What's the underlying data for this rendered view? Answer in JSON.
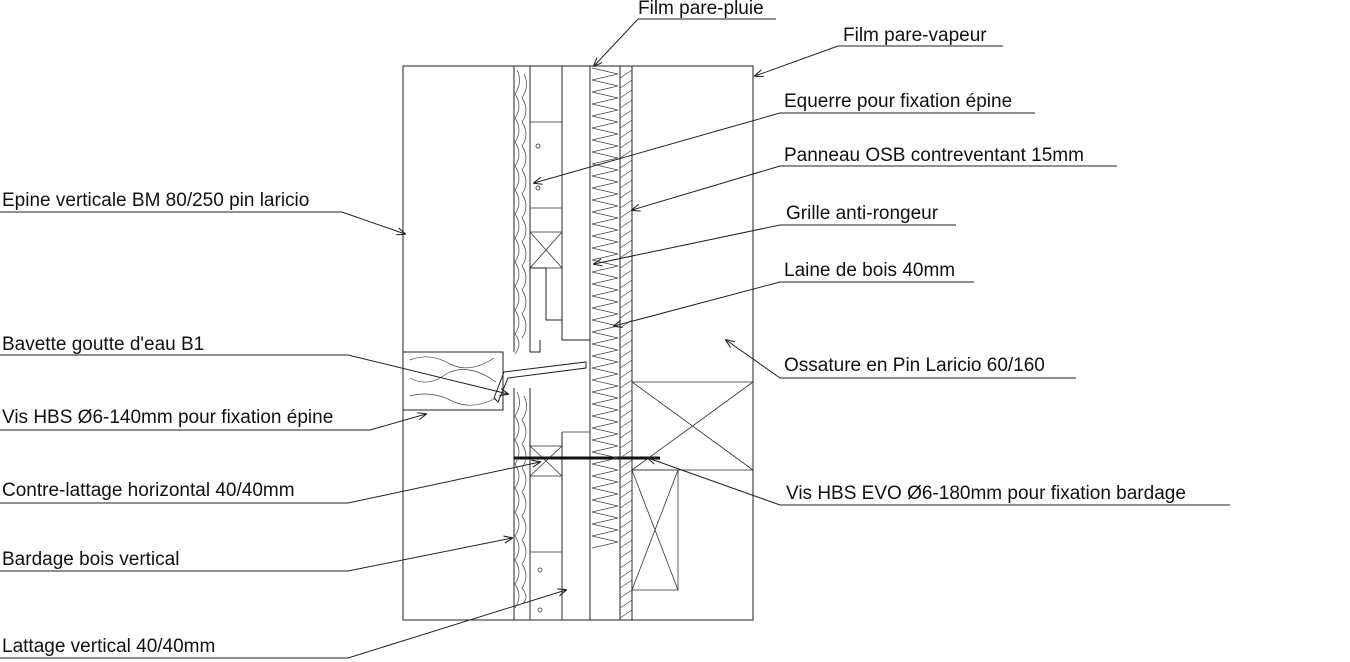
{
  "labels": {
    "film_pare_pluie": "Film pare-pluie",
    "film_pare_vapeur": "Film pare-vapeur",
    "equerre": "Equerre pour fixation épine",
    "panneau_osb": "Panneau OSB contreventant 15mm",
    "epine_verticale": "Epine verticale BM 80/250 pin laricio",
    "grille": "Grille anti-rongeur",
    "laine_bois": "Laine de bois 40mm",
    "bavette": "Bavette goutte d'eau B1",
    "ossature": "Ossature en Pin Laricio 60/160",
    "vis_hbs": "Vis HBS Ø6-140mm pour fixation épine",
    "contre_lattage": "Contre-lattage horizontal 40/40mm",
    "vis_hbs_evo": "Vis HBS EVO Ø6-180mm pour fixation bardage",
    "bardage": "Bardage bois vertical",
    "lattage": "Lattage vertical 40/40mm"
  }
}
